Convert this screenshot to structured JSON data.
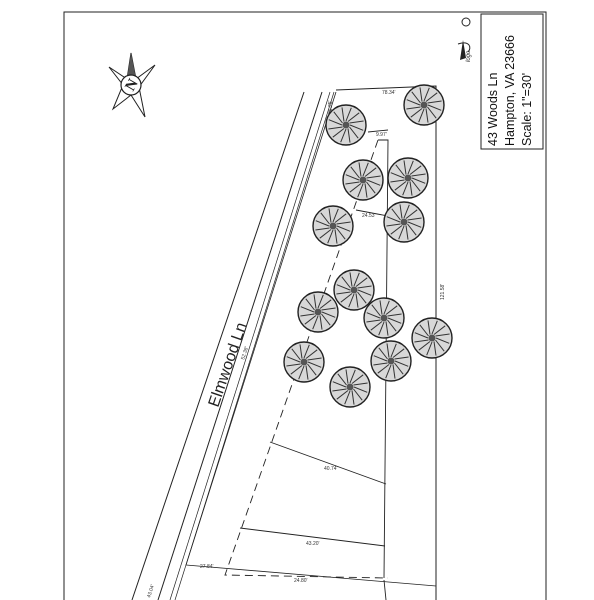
{
  "title_block": {
    "line1": "43 Woods Ln",
    "line2": "Hampton, VA 23666",
    "line3": "Scale: 1\"=30'"
  },
  "street": {
    "name": "Elmwood Ln"
  },
  "compass": {
    "label": "N",
    "icon": "north-arrow-icon"
  },
  "logo": {
    "text": "logo",
    "icon": "pen-logo-icon"
  },
  "trees": {
    "count": 14,
    "icon": "tree-icon"
  },
  "dimensions": [
    "78.34'",
    "9.97'",
    "24.53'",
    "86.25'",
    "52.38'",
    "40.74'",
    "43.20'",
    "24.80'",
    "27.84'",
    "121.58'",
    "43.04'"
  ],
  "colors": {
    "ink": "#222222",
    "paper": "#ffffff",
    "tree_fill": "#d8d8d8"
  }
}
